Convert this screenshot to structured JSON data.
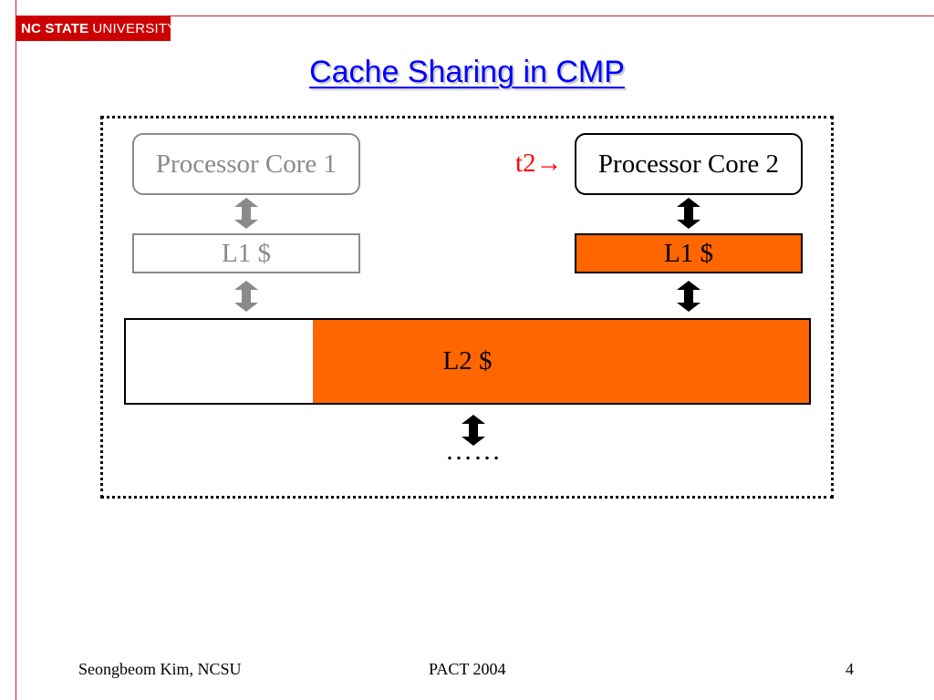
{
  "header": {
    "logo_bold": "NC STATE",
    "logo_rest": "UNIVERSITY",
    "brand_color": "#cc0000"
  },
  "slide": {
    "title": "Cache Sharing in CMP"
  },
  "diagram": {
    "core1_label": "Processor Core 1",
    "core2_label": "Processor Core 2",
    "l1_left_label": "L1 $",
    "l1_right_label": "L1 $",
    "l2_label": "L2 $",
    "time_marker": "t2→",
    "ellipsis": "……",
    "highlight_color": "#ff6600",
    "inactive_color": "#8a8a8a"
  },
  "footer": {
    "author": "Seongbeom Kim, NCSU",
    "venue": "PACT 2004",
    "page": "4"
  }
}
